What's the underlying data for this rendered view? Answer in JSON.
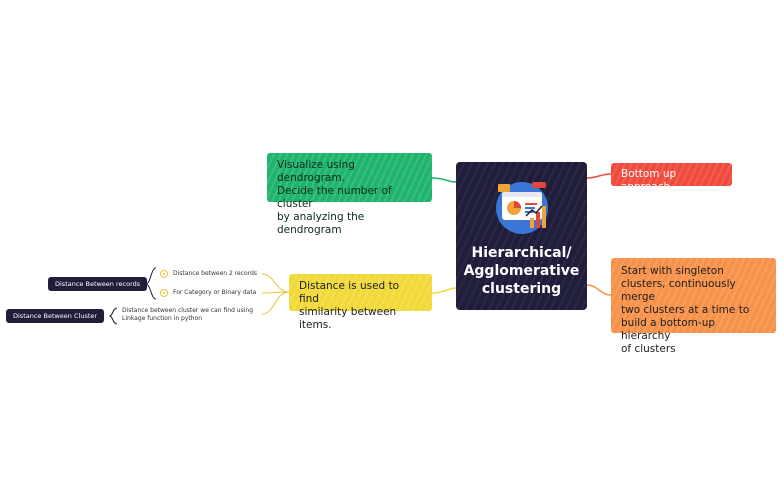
{
  "central": {
    "title": "Hierarchical/\nAgglomerative\nclustering"
  },
  "branches": {
    "green": "Visualize using dendrogram.\nDecide the number of cluster\nby analyzing the dendrogram",
    "red": "Bottom up approach",
    "orange": "Start with singleton\nclusters, continuously merge\ntwo clusters at a time to\nbuild a bottom-up hierarchy\nof clusters",
    "yellow": "Distance is used to find\nsimilarity between items."
  },
  "subtopics": {
    "distance_between_records": {
      "label": "Distance Between records",
      "items": [
        "Distance between 2 records",
        "For Category or Binary data"
      ]
    },
    "distance_between_cluster": {
      "label": "Distance Between Cluster",
      "note": "Distance between cluster we can find using\nLinkage function in python"
    }
  },
  "colors": {
    "central": "#1f1d3a",
    "green": "#1fb46d",
    "red": "#ef4a3c",
    "orange": "#f7924a",
    "yellow": "#f2d93a"
  }
}
